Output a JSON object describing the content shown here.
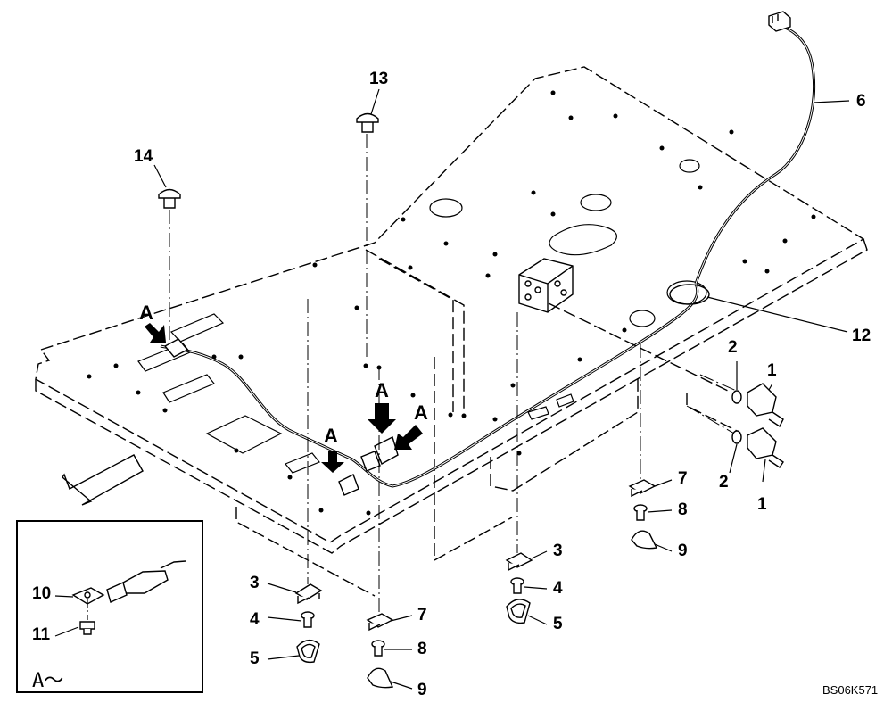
{
  "diagram": {
    "drawing_code": "BS06K571",
    "detail_view_label": "A～",
    "callouts": {
      "c1a": "1",
      "c1b": "1",
      "c2a": "2",
      "c2b": "2",
      "c3a": "3",
      "c3b": "3",
      "c4a": "4",
      "c4b": "4",
      "c5a": "5",
      "c5b": "5",
      "c6": "6",
      "c7a": "7",
      "c7b": "7",
      "c8a": "8",
      "c8b": "8",
      "c9a": "9",
      "c9b": "9",
      "c10": "10",
      "c11": "11",
      "c12": "12",
      "c13": "13",
      "c14": "14"
    },
    "view_markers": {
      "m1": "A",
      "m2": "A",
      "m3": "A",
      "m4": "A"
    },
    "colors": {
      "line": "#000000",
      "background": "#ffffff"
    }
  }
}
